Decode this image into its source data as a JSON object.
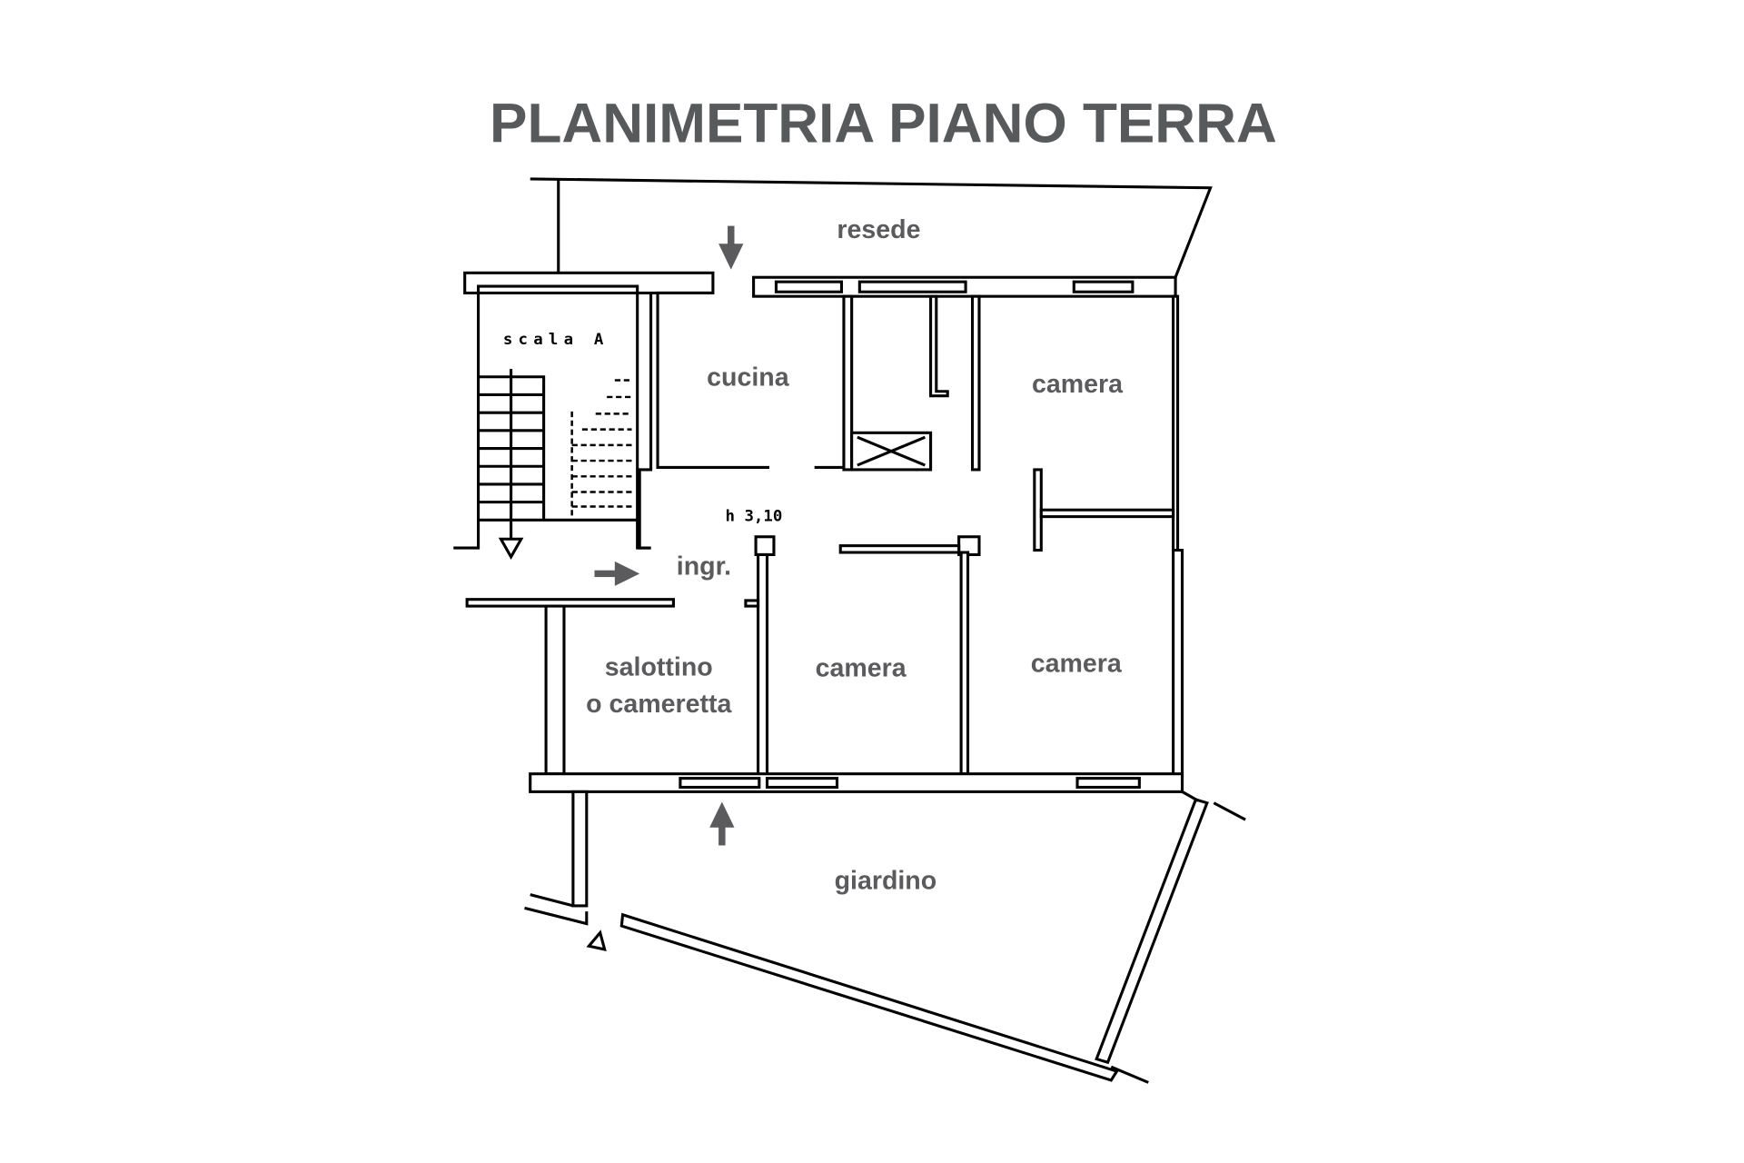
{
  "title": "PLANIMETRIA PIANO TERRA",
  "rooms": {
    "resede": "resede",
    "scala": "scala A",
    "cucina": "cucina",
    "camera_top_right": "camera",
    "height": "h 3,10",
    "ingresso": "ingr.",
    "salottino_line1": "salottino",
    "salottino_line2": "o cameretta",
    "camera_mid": "camera",
    "camera_bottom_right": "camera",
    "giardino": "giardino"
  },
  "colors": {
    "label": "#5b5b5d",
    "walls": "#000000"
  }
}
